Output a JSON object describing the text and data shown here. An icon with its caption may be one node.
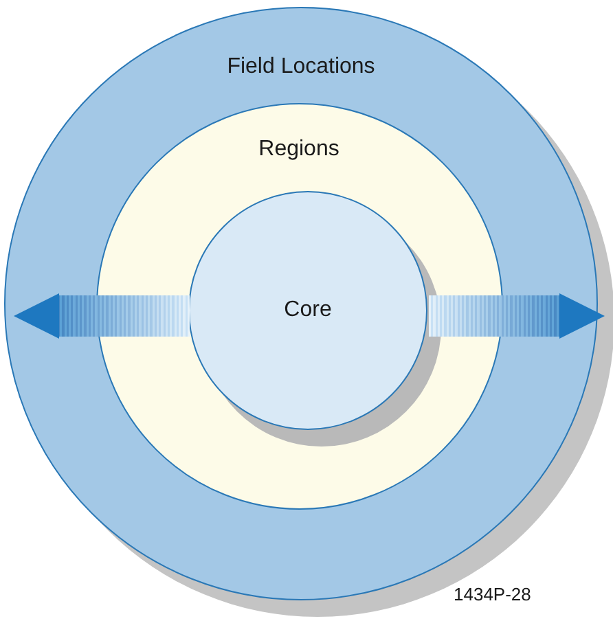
{
  "diagram": {
    "nodes": [
      {
        "text": [
          "Field Locations"
        ]
      },
      {
        "text": [
          "Regions"
        ],
        "in": 0
      },
      {
        "text": [
          "Core"
        ],
        "in": 1
      }
    ],
    "edges": [
      {
        "from": 2,
        "to": null,
        "arrow": "to"
      },
      {
        "from": 2,
        "to": null,
        "arrow": "to"
      }
    ],
    "labels": [
      "1434P-28"
    ]
  }
}
